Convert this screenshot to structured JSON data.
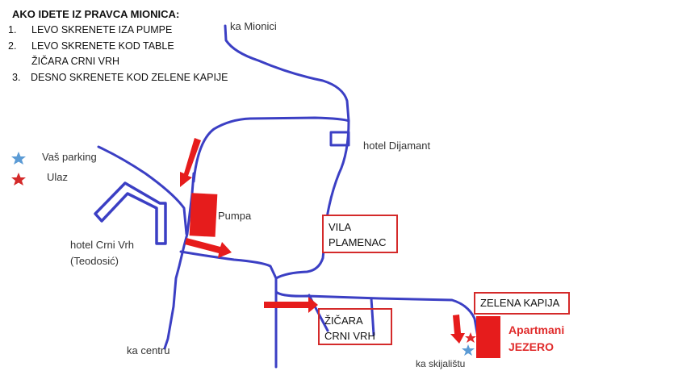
{
  "instructions": {
    "title": "AKO IDETE IZ PRAVCA MIONICA:",
    "steps": [
      {
        "num": "1.",
        "text": "LEVO SKRENETE IZA PUMPE"
      },
      {
        "num": "2.",
        "text": "LEVO SKRENETE KOD TABLE",
        "text2": "ŽIČARA CRNI VRH"
      },
      {
        "num": "3.",
        "text": "DESNO SKRENETE KOD ZELENE KAPIJE"
      }
    ]
  },
  "legend": {
    "parking": "Vaš parking",
    "entrance": "Ulaz"
  },
  "labels": {
    "mionici": "ka Mionici",
    "dijamant": "hotel Dijamant",
    "pumpa": "Pumpa",
    "crni_vrh_1": "hotel Crni Vrh",
    "crni_vrh_2": "(Teodosić)",
    "centar": "ka centru",
    "skijaliste": "ka skijalištu",
    "apartmani_1": "Apartmani",
    "apartmani_2": "JEZERO"
  },
  "boxes": {
    "vila_1": "VILA",
    "vila_2": "PLAMENAC",
    "zicara_1": "ŽIČARA",
    "zicara_2": "CRNI VRH",
    "zelena": "ZELENA KAPIJA"
  },
  "colors": {
    "road": "#3b3fc4",
    "accent": "#e61c1c",
    "parking_star": "#5b9bd5"
  }
}
